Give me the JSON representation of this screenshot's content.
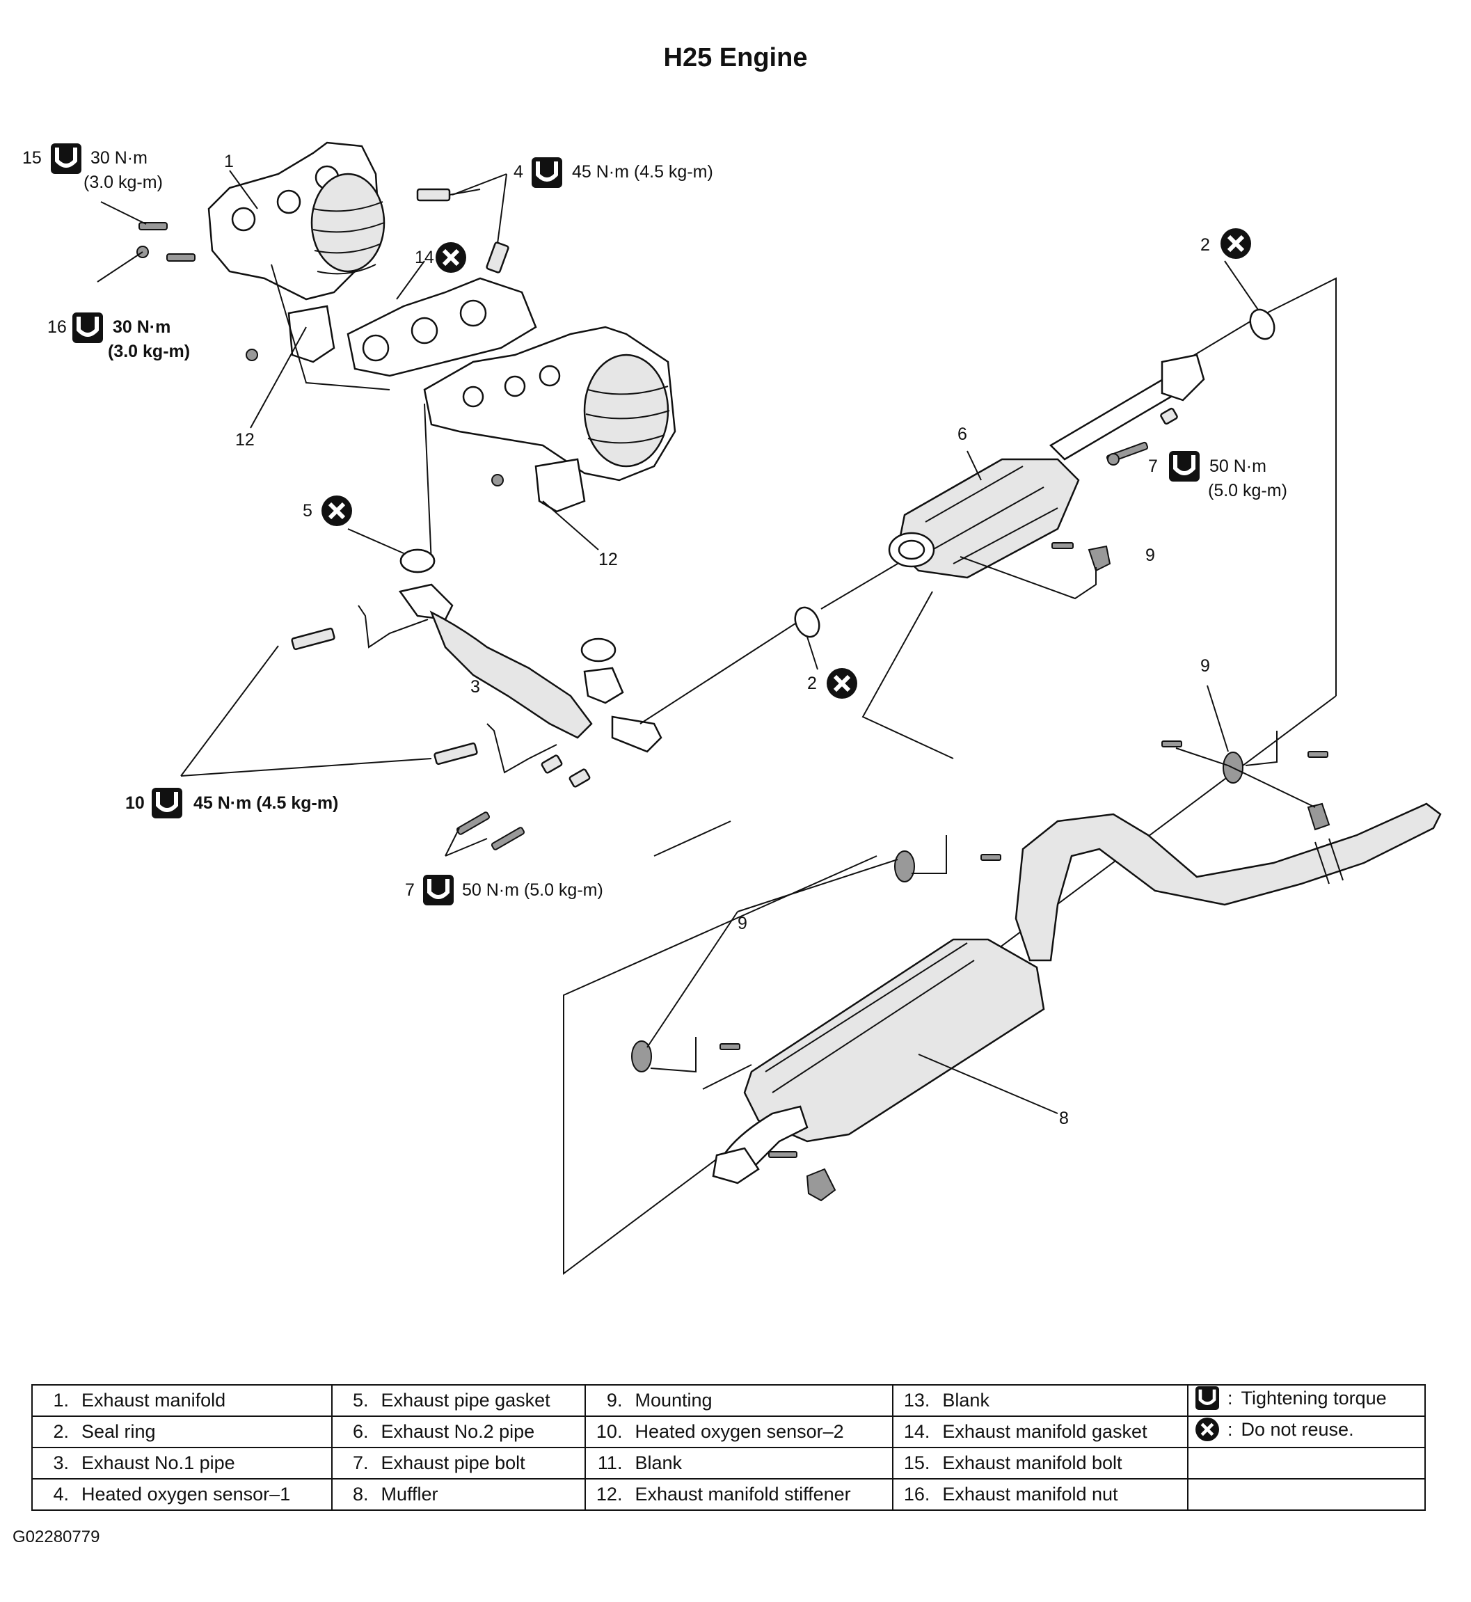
{
  "title": "H25 Engine",
  "image_code": "G02280779",
  "callouts": {
    "c15": {
      "num": "15",
      "torque1": "30 N·m",
      "torque2": "(3.0 kg-m)"
    },
    "c16": {
      "num": "16",
      "torque1": "30 N·m",
      "torque2": "(3.0 kg-m)"
    },
    "c4": {
      "num": "4",
      "torque": "45 N·m (4.5 kg-m)"
    },
    "c10": {
      "num": "10",
      "torque": "45 N·m (4.5 kg-m)"
    },
    "c7a": {
      "num": "7",
      "torque1": "50 N·m",
      "torque2": "(5.0 kg-m)"
    },
    "c7b": {
      "num": "7",
      "torque": "50 N·m (5.0 kg-m)"
    },
    "c2a": {
      "num": "2"
    },
    "c2b": {
      "num": "2"
    },
    "c5": {
      "num": "5"
    },
    "c14": {
      "num": "14"
    },
    "n1": "1",
    "n3": "3",
    "n6": "6",
    "n8": "8",
    "n9a": "9",
    "n9b": "9",
    "n9c": "9",
    "n12a": "12",
    "n12b": "12"
  },
  "legend": {
    "rows": [
      [
        {
          "n": "1.",
          "t": "Exhaust manifold"
        },
        {
          "n": "5.",
          "t": "Exhaust pipe gasket"
        },
        {
          "n": "9.",
          "t": "Mounting"
        },
        {
          "n": "13.",
          "t": "Blank"
        }
      ],
      [
        {
          "n": "2.",
          "t": "Seal ring"
        },
        {
          "n": "6.",
          "t": "Exhaust No.2 pipe"
        },
        {
          "n": "10.",
          "t": "Heated oxygen sensor–2"
        },
        {
          "n": "14.",
          "t": "Exhaust manifold gasket"
        }
      ],
      [
        {
          "n": "3.",
          "t": "Exhaust No.1 pipe"
        },
        {
          "n": "7.",
          "t": "Exhaust pipe bolt"
        },
        {
          "n": "11.",
          "t": "Blank"
        },
        {
          "n": "15.",
          "t": "Exhaust manifold bolt"
        }
      ],
      [
        {
          "n": "4.",
          "t": "Heated oxygen sensor–1"
        },
        {
          "n": "8.",
          "t": "Muffler"
        },
        {
          "n": "12.",
          "t": "Exhaust manifold stiffener"
        },
        {
          "n": "16.",
          "t": "Exhaust manifold nut"
        }
      ]
    ],
    "symbols": [
      {
        "icon": "torque-wrench-icon",
        "sep": ":",
        "label": "Tightening torque"
      },
      {
        "icon": "do-not-reuse-icon",
        "sep": ":",
        "label": "Do not reuse."
      }
    ]
  }
}
